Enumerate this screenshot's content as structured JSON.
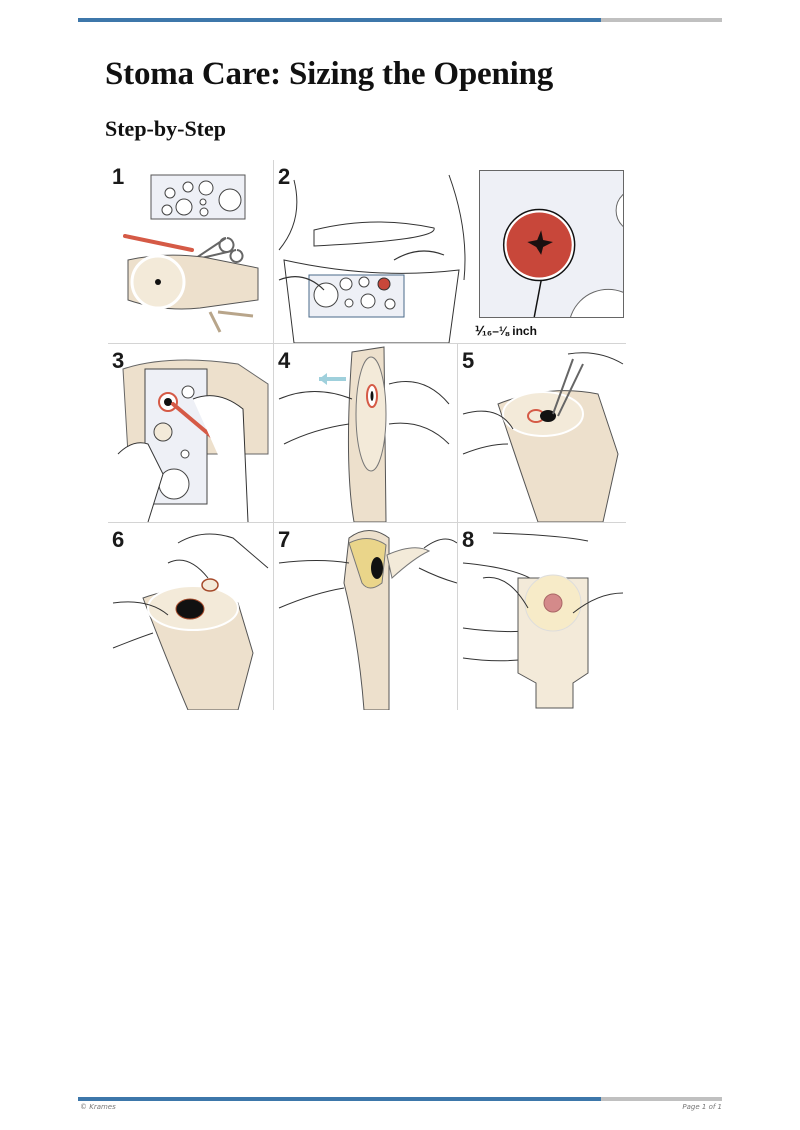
{
  "header": {
    "rule_colors": {
      "primary": "#3d77aa",
      "secondary": "#c0c0c0"
    }
  },
  "document": {
    "title": "Stoma Care: Sizing the Opening",
    "subtitle": "Step-by-Step"
  },
  "figure": {
    "description": "8-step illustration of sizing and cutting the ostomy pouch opening",
    "colors": {
      "pouch": "#ede0cc",
      "guide": "#eef0f6",
      "stoma": "#c8473a",
      "marker": "#e0624f",
      "arrow": "#9fd0dc",
      "adhesive": "#ead58a"
    },
    "panels": [
      {
        "step": "1",
        "label": "Measuring guide, pen, scissors and pouch"
      },
      {
        "step": "2",
        "label": "Place measuring guide over stoma"
      },
      {
        "step": "2",
        "label": "Close-up of stoma in guide opening",
        "caption": "⅟₁₆–⅛ inch"
      },
      {
        "step": "3",
        "label": "Trace size on pouch backing"
      },
      {
        "step": "4",
        "label": "Pull barrier away from pouch"
      },
      {
        "step": "5",
        "label": "Cut opening with scissors"
      },
      {
        "step": "6",
        "label": "Remove cut-out piece"
      },
      {
        "step": "7",
        "label": "Peel off paper backing"
      },
      {
        "step": "8",
        "label": "Apply pouch over stoma"
      }
    ]
  },
  "footer": {
    "copyright": "© Krames",
    "page": "Page 1 of 1"
  }
}
